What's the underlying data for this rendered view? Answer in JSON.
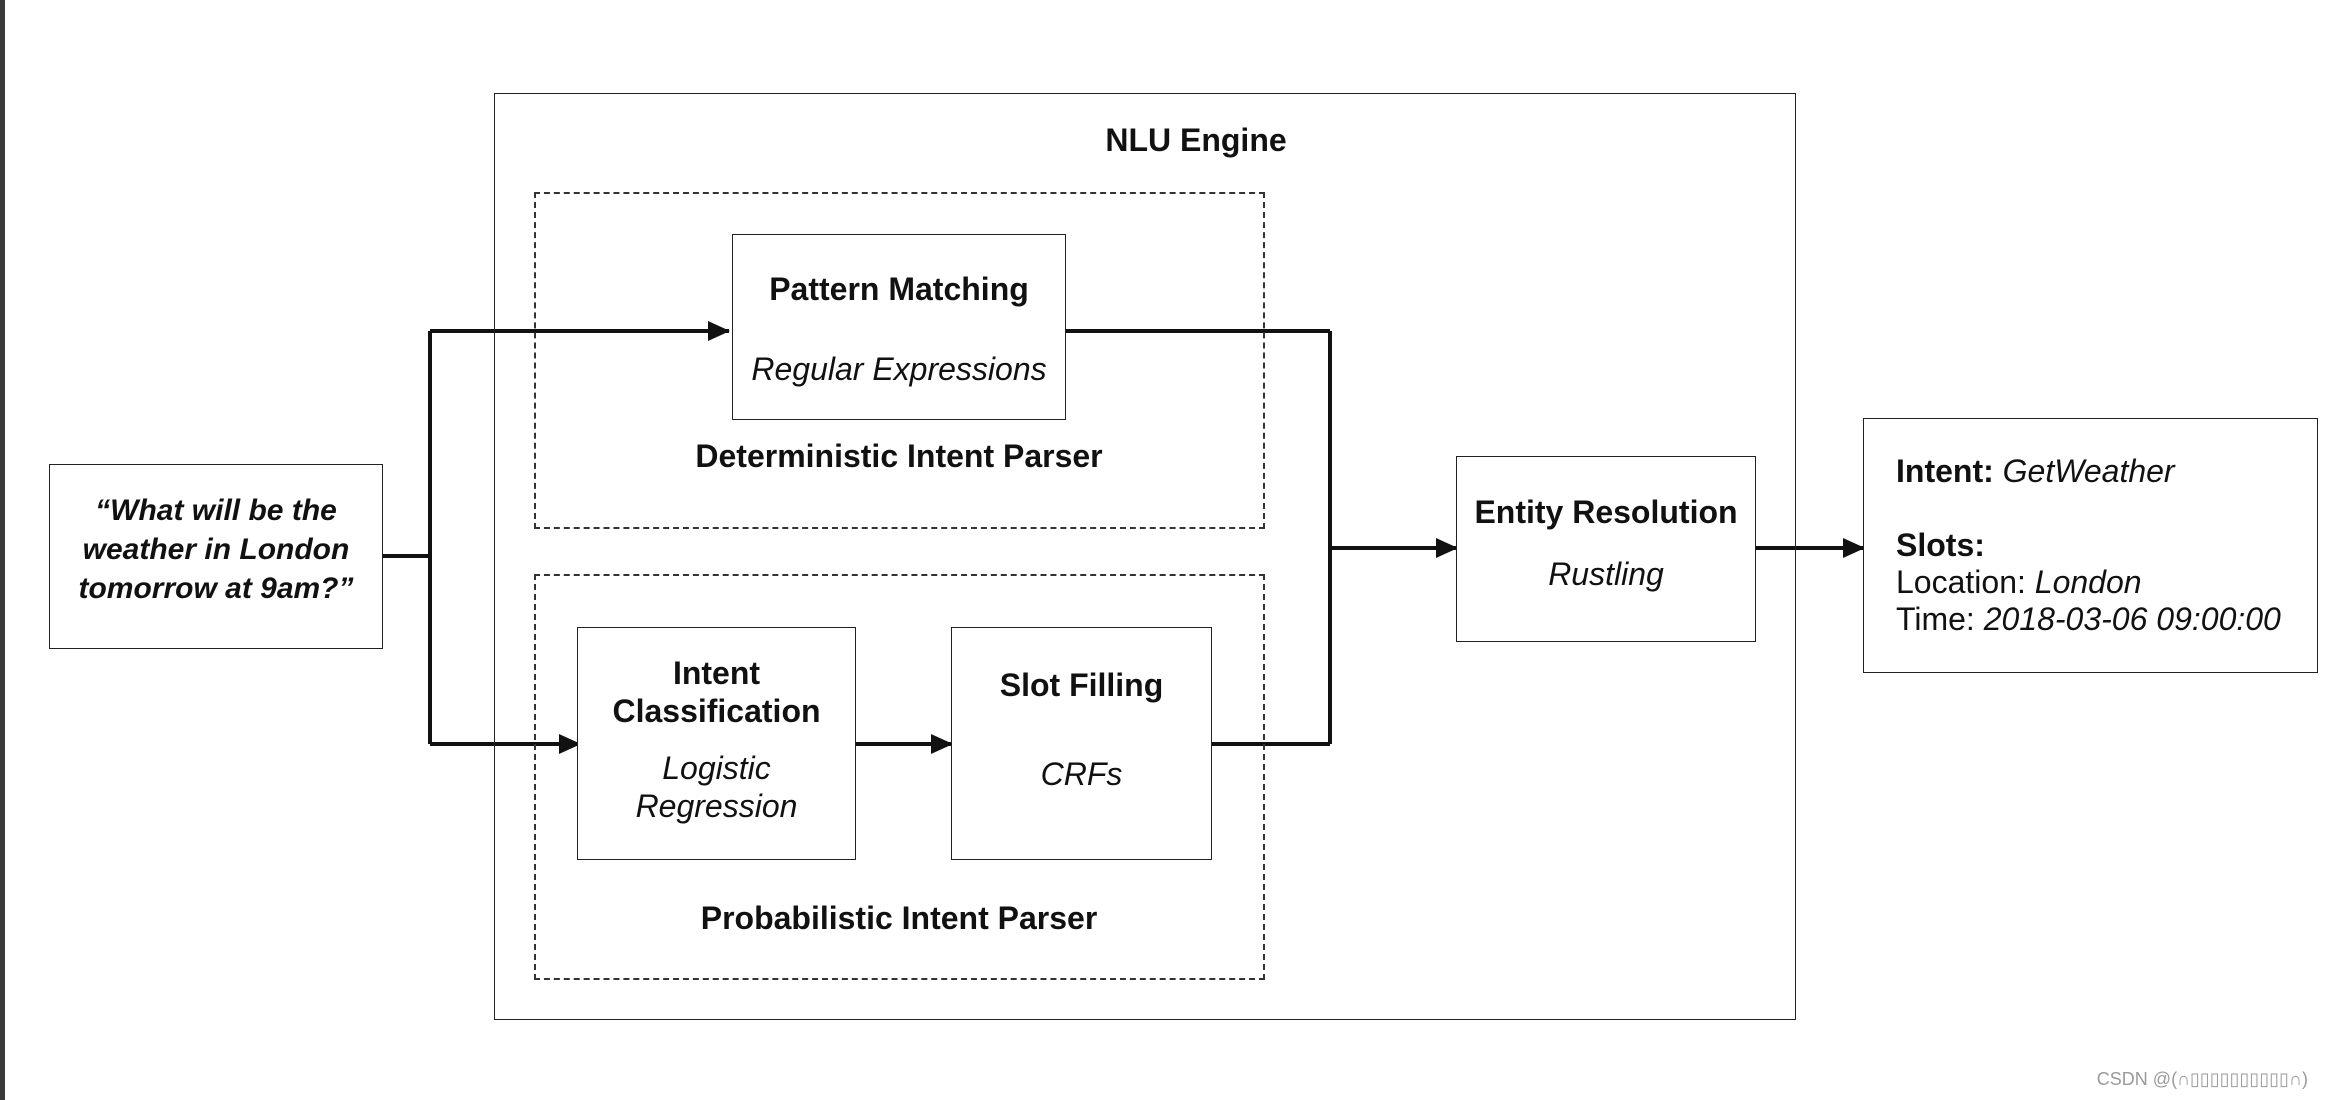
{
  "input": {
    "query_line1": "“What will be the",
    "query_line2": "weather in London",
    "query_line3": "tomorrow at 9am?”"
  },
  "engine": {
    "title": "NLU Engine",
    "deterministic_parser": {
      "label": "Deterministic Intent Parser",
      "pattern_matching": {
        "title": "Pattern Matching",
        "method": "Regular Expressions"
      }
    },
    "probabilistic_parser": {
      "label": "Probabilistic Intent Parser",
      "intent_classification": {
        "title_line1": "Intent",
        "title_line2": "Classification",
        "method_line1": "Logistic",
        "method_line2": "Regression"
      },
      "slot_filling": {
        "title": "Slot Filling",
        "method": "CRFs"
      }
    },
    "entity_resolution": {
      "title": "Entity Resolution",
      "method": "Rustling"
    }
  },
  "output": {
    "intent_label": "Intent:",
    "intent_value": "GetWeather",
    "slots_label": "Slots:",
    "location_label": "Location:",
    "location_value": "London",
    "time_label": "Time:",
    "time_value": "2018-03-06 09:00:00"
  },
  "watermark": "CSDN @(∩▯▯▯▯▯▯▯▯▯▯∩)"
}
